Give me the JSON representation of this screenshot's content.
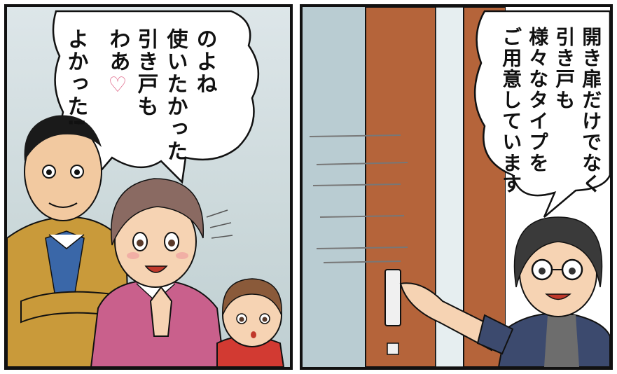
{
  "panels": {
    "left": {
      "bubble_line_1": "わあ",
      "bubble_heart": "♡",
      "bubble_line_2": "引き戸も",
      "bubble_line_3": "使いたかった",
      "bubble_line_4": "のよね",
      "bubble_line_5": "よかった!"
    },
    "right": {
      "bubble_line_1": "開き扉だけでなく",
      "bubble_line_2": "引き戸も",
      "bubble_line_3": "様々なタイプを",
      "bubble_line_4": "ご用意しています"
    }
  },
  "colors": {
    "door_wood": "#b5643a",
    "sweater_pink": "#c9608c",
    "jacket_mustard": "#c99a3a",
    "heart_pink": "#e06a8b"
  }
}
